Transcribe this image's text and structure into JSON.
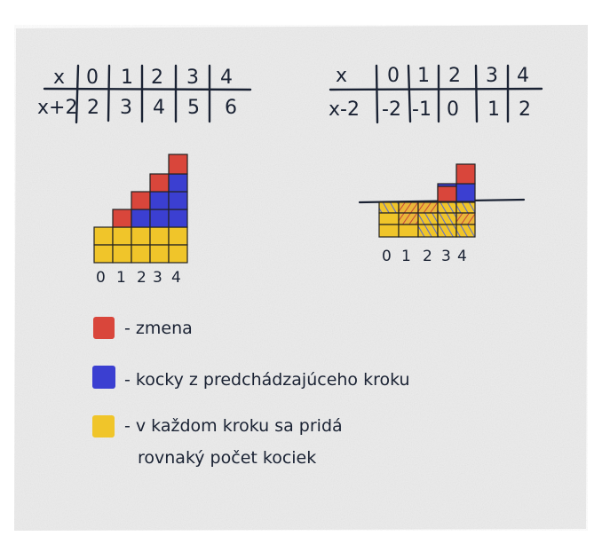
{
  "table_left": {
    "header_label": "x",
    "header_values": [
      "0",
      "1",
      "2",
      "3",
      "4"
    ],
    "row_label": "x+2",
    "row_values": [
      "2",
      "3",
      "4",
      "5",
      "6"
    ]
  },
  "table_right": {
    "header_label": "x",
    "header_values": [
      "0",
      "1",
      "2",
      "3",
      "4"
    ],
    "row_label": "x-2",
    "row_values": [
      "-2",
      "-1",
      "0",
      "1",
      "2"
    ]
  },
  "stair_left": {
    "axis_labels": [
      "0",
      "1",
      "2",
      "3",
      "4"
    ]
  },
  "stair_right": {
    "axis_labels": [
      "0",
      "1",
      "2",
      "3",
      "4"
    ]
  },
  "legend": [
    {
      "color": "#d9463b",
      "text": "- zmena"
    },
    {
      "color": "#3b3fd1",
      "text": "- kocky z predchádzajúceho kroku"
    },
    {
      "color": "#f0c52a",
      "text": "- v každom kroku sa pridá",
      "text2": "rovnaký počet kociek"
    }
  ]
}
